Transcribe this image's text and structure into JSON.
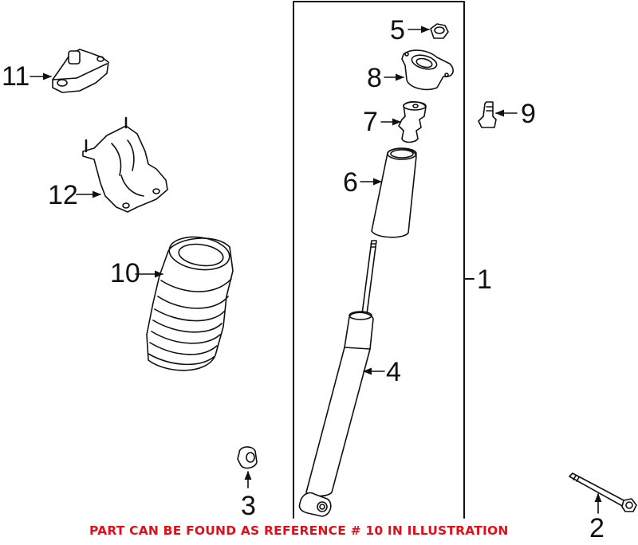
{
  "diagram": {
    "type": "exploded-parts-illustration",
    "subject": "rear shock absorber assembly",
    "callouts": [
      {
        "id": "1",
        "label": "1",
        "part": "shock-absorber-assembly-bracket"
      },
      {
        "id": "2",
        "label": "2",
        "part": "lower-bolt"
      },
      {
        "id": "3",
        "label": "3",
        "part": "nut"
      },
      {
        "id": "4",
        "label": "4",
        "part": "shock-absorber"
      },
      {
        "id": "5",
        "label": "5",
        "part": "upper-nut"
      },
      {
        "id": "6",
        "label": "6",
        "part": "dust-cover"
      },
      {
        "id": "7",
        "label": "7",
        "part": "bump-stop"
      },
      {
        "id": "8",
        "label": "8",
        "part": "upper-mount"
      },
      {
        "id": "9",
        "label": "9",
        "part": "bolt"
      },
      {
        "id": "10",
        "label": "10",
        "part": "boot-bellows"
      },
      {
        "id": "11",
        "label": "11",
        "part": "mount-bracket"
      },
      {
        "id": "12",
        "label": "12",
        "part": "reinforcement-bracket"
      }
    ],
    "note": "PART CAN BE FOUND AS REFERENCE # 10 IN ILLUSTRATION",
    "note_color": "#e0101a",
    "highlighted_reference": "10"
  }
}
